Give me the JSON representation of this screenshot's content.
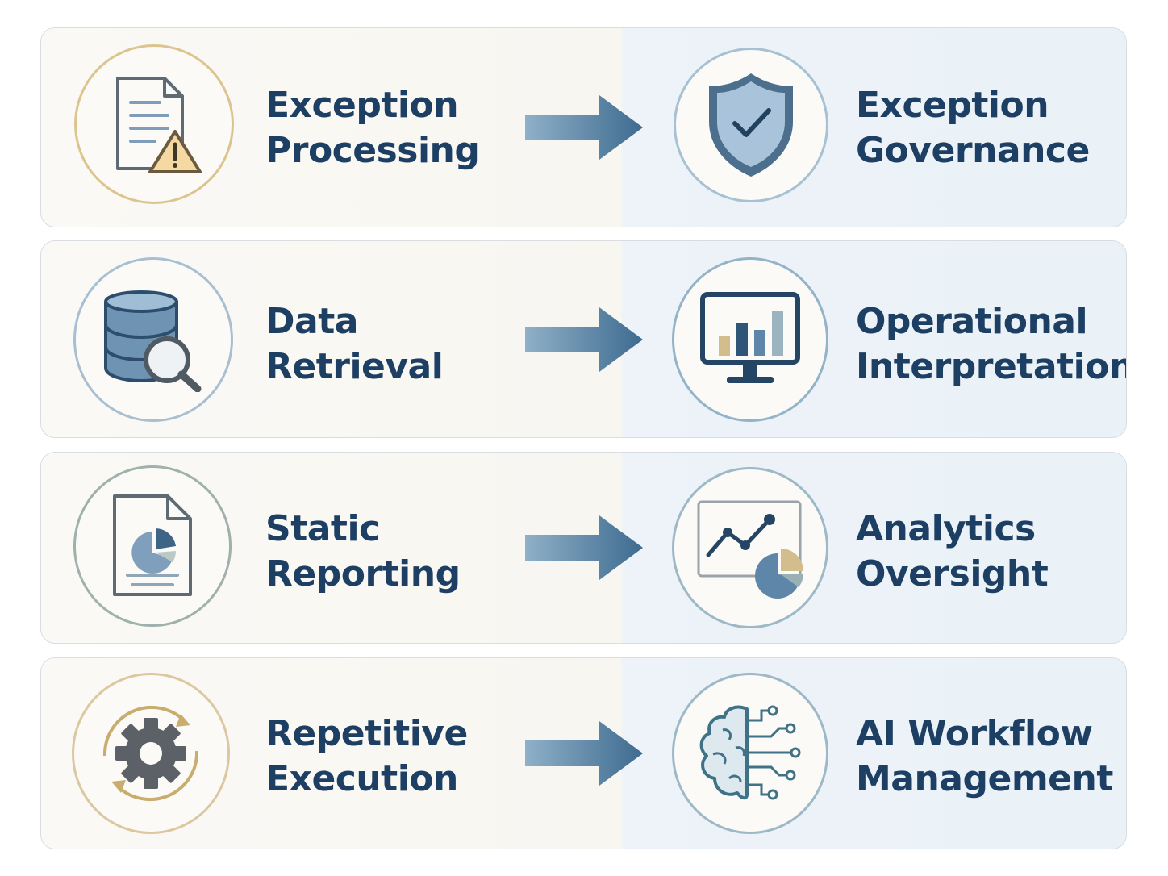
{
  "rows": [
    {
      "from": {
        "line1": "Exception",
        "line2": "Processing",
        "icon": "document-warning-icon"
      },
      "to": {
        "line1": "Exception",
        "line2": "Governance",
        "icon": "shield-check-icon"
      }
    },
    {
      "from": {
        "line1": "Data",
        "line2": "Retrieval",
        "icon": "database-search-icon"
      },
      "to": {
        "line1": "Operational",
        "line2": "Interpretation",
        "icon": "monitor-bar-chart-icon"
      }
    },
    {
      "from": {
        "line1": "Static",
        "line2": "Reporting",
        "icon": "report-pie-document-icon"
      },
      "to": {
        "line1": "Analytics",
        "line2": "Oversight",
        "icon": "analytics-line-pie-icon"
      }
    },
    {
      "from": {
        "line1": "Repetitive",
        "line2": "Execution",
        "icon": "gear-cycle-icon"
      },
      "to": {
        "line1": "AI Workflow",
        "line2": "Management",
        "icon": "ai-brain-circuit-icon"
      }
    }
  ],
  "colors": {
    "heading_text": "#1d3f63",
    "arrow": "#4a7597",
    "gold_ring": "#d9c08a",
    "blue_ring": "#9bb9cc"
  }
}
